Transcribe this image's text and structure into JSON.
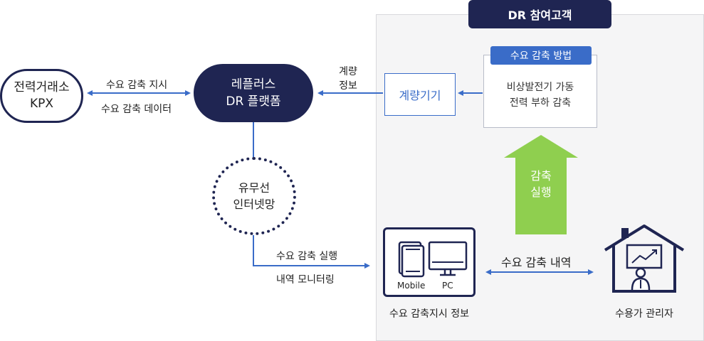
{
  "participant": {
    "title": "DR 참여고객"
  },
  "kpx": {
    "line1": "전력거래소",
    "line2": "KPX"
  },
  "platform": {
    "line1": "레플러스",
    "line2": "DR 플랫폼"
  },
  "kpx_link": {
    "top": "수요 감축 지시",
    "bottom": "수요 감축 데이터"
  },
  "meter_link": {
    "line1": "계량",
    "line2": "정보"
  },
  "meter": {
    "label": "계량기기"
  },
  "method": {
    "tag": "수요 감축 방법",
    "line1": "비상발전기 가동",
    "line2": "전력 부하 감축"
  },
  "reduction_arrow": {
    "line1": "감축",
    "line2": "실행"
  },
  "internet": {
    "line1": "유무선",
    "line2": "인터넷망"
  },
  "monitor_link": {
    "line1": "수요 감축 실행",
    "line2": "내역 모니터링"
  },
  "device": {
    "mobile": "Mobile",
    "pc": "PC",
    "caption": "수요 감축지시 정보"
  },
  "history_link": {
    "label": "수요 감축 내역"
  },
  "manager": {
    "caption": "수용가 관리자"
  },
  "colors": {
    "navy": "#1f2552",
    "blue": "#3a6cc8",
    "green": "#8fcf4f",
    "panel": "#f5f5f6"
  }
}
